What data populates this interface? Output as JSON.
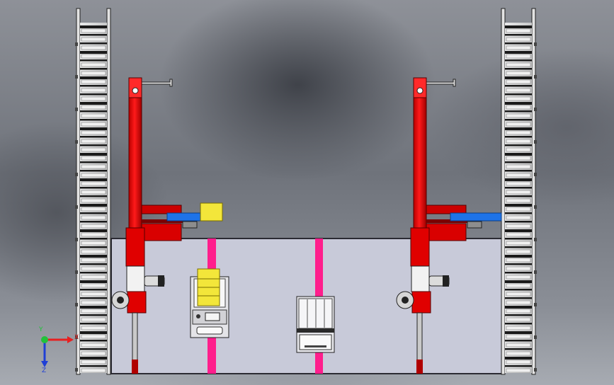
{
  "axes": {
    "x_label": "X",
    "y_label": "Y",
    "z_label": "Z"
  },
  "colors": {
    "floor": "#c8cad9",
    "floor_edge": "#2b2b33",
    "rack_frame": "#e3e3e3",
    "rack_rung": "#1a1a1a",
    "robot_red": "#e10000",
    "robot_dark_red": "#9a0000",
    "fork_blue": "#1e73e8",
    "box_yellow": "#f3e63a",
    "lane_magenta": "#ff1e8c",
    "machine_body": "#e4e4e8",
    "axis_x": "#e82020",
    "axis_y": "#22c23a",
    "axis_z": "#1f3fd6"
  },
  "icons": {
    "triad": "coordinate-triad-icon"
  }
}
